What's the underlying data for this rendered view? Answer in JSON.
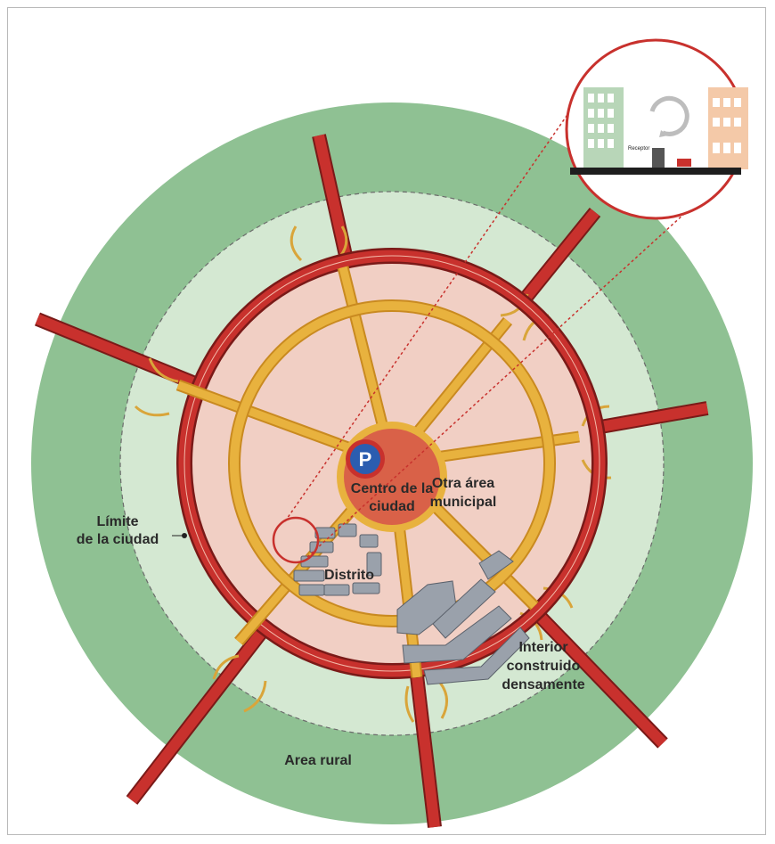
{
  "labels": {
    "city_center_line1": "Centro de la",
    "city_center_line2": "ciudad",
    "other_area_line1": "Otra área",
    "other_area_line2": "municipal",
    "city_limit_line1": "Límite",
    "city_limit_line2": "de la ciudad",
    "district": "Distrito",
    "dense_interior_line1": "Interior",
    "dense_interior_line2": "construido",
    "dense_interior_line3": "densamente",
    "rural_area": "Area rural",
    "inset_receptor": "Receptor"
  },
  "icons": {
    "parking": "P"
  },
  "colors": {
    "rural_green": "#8fc193",
    "suburban_green": "#d4e8d2",
    "urban_pink": "#f1cfc4",
    "ring_road_red": "#c8312d",
    "street_yellow": "#e8b23e",
    "center_red": "#d96148",
    "district_gray": "#9aa1ab"
  }
}
